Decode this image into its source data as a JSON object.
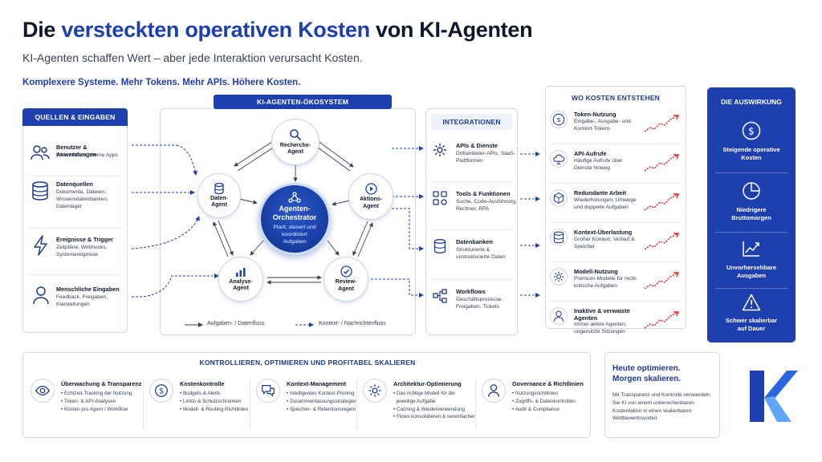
{
  "header": {
    "title_pre": "Die ",
    "title_highlight": "versteckten operativen Kosten",
    "title_post": " von KI-Agenten",
    "subtitle": "KI-Agenten schaffen Wert – aber jede Interaktion verursacht Kosten.",
    "tagline": "Komplexere Systeme. Mehr Tokens. Mehr APIs. Höhere Kosten."
  },
  "sources": {
    "heading": "QUELLEN & EINGABEN",
    "items": [
      {
        "title": "Benutzer & Anwendungen",
        "desc": "Web, Mobile, interne Apps",
        "icon": "users-icon"
      },
      {
        "title": "Datenquellen",
        "desc": "Dokumente, Dateien, Wissensdatenbanken, Datenlager",
        "icon": "database-icon"
      },
      {
        "title": "Ereignisse & Trigger",
        "desc": "Zeitpläne, Webhooks, Systemereignisse",
        "icon": "lightning-icon"
      },
      {
        "title": "Menschliche Eingaben",
        "desc": "Feedback, Freigaben, Klarstellungen",
        "icon": "person-icon"
      }
    ]
  },
  "ecosystem": {
    "heading": "KI-AGENTEN-ÖKOSYSTEM",
    "orchestrator_title": "Agenten-Orchestrator",
    "orchestrator_desc": "Plant, steuert und koordiniert Aufgaben",
    "nodes": {
      "research": "Recherche-Agent",
      "data": "Daten-Agent",
      "action": "Aktions-Agent",
      "analysis": "Analyse-Agent",
      "review": "Review-Agent"
    },
    "legend_solid": "Aufgaben- / Datenfluss",
    "legend_dashed": "Kontext- / Nachrichtenfluss"
  },
  "integrations": {
    "heading": "INTEGRATIONEN",
    "items": [
      {
        "title": "APIs & Dienste",
        "desc": "Drittanbieter-APIs, SaaS-Plattformen",
        "icon": "gear-icon"
      },
      {
        "title": "Tools & Funktionen",
        "desc": "Suche, Code-Ausführung, Rechner, RPA",
        "icon": "tools-icon"
      },
      {
        "title": "Datenbanken",
        "desc": "Strukturierte & unstrukturierte Daten",
        "icon": "database-icon"
      },
      {
        "title": "Workflows",
        "desc": "Geschäftsprozesse, Freigaben, Tickets",
        "icon": "workflow-icon"
      }
    ]
  },
  "costs": {
    "heading": "WO KOSTEN ENTSTEHEN",
    "items": [
      {
        "title": "Token-Nutzung",
        "desc": "Eingabe-, Ausgabe- und Kontext-Tokens",
        "icon": "dollar-icon"
      },
      {
        "title": "API-Aufrufe",
        "desc": "Häufige Aufrufe über Dienste hinweg",
        "icon": "cloud-icon"
      },
      {
        "title": "Redundante Arbeit",
        "desc": "Wiederholungen, Umwege und doppelte Aufgaben",
        "icon": "box-icon"
      },
      {
        "title": "Kontext-Überlastung",
        "desc": "Großer Kontext, Verlauf & Speicher",
        "icon": "database-icon"
      },
      {
        "title": "Modell-Nutzung",
        "desc": "Premium-Modelle für nicht-kritische Aufgaben",
        "icon": "gear-icon"
      },
      {
        "title": "Inaktive & verwaiste Agenten",
        "desc": "Immer aktive Agenten, ungenutzte Sitzungen",
        "icon": "person-icon"
      }
    ]
  },
  "impact": {
    "heading": "DIE AUSWIRKUNG",
    "items": [
      {
        "label": "Steigende operative Kosten",
        "icon": "dollar-icon"
      },
      {
        "label": "Niedrigere Bruttomargen",
        "icon": "pie-chart-icon"
      },
      {
        "label": "Unvorhersehbare Ausgaben",
        "icon": "trend-icon"
      },
      {
        "label": "Schwer skalierbar auf Dauer",
        "icon": "warning-icon"
      }
    ]
  },
  "control": {
    "heading": "KONTROLLIEREN, OPTIMIEREN UND PROFITABEL SKALIEREN",
    "items": [
      {
        "title": "Überwachung & Transparenz",
        "icon": "eye-icon",
        "bullets": [
          "• Echtzeit-Tracking der Nutzung",
          "• Token- & API-Analysen",
          "• Kosten pro Agent / Workflow"
        ]
      },
      {
        "title": "Kostenkontrolle",
        "icon": "dollar-icon",
        "bullets": [
          "• Budgets & Alerts",
          "• Limits & Schutzschranken",
          "• Modell- & Routing-Richtlinien"
        ]
      },
      {
        "title": "Kontext-Management",
        "icon": "chat-icon",
        "bullets": [
          "• Intelligentes Kontext-Pruning",
          "• Zusammenfassungsstrategien",
          "• Speicher- & Retentionsregeln"
        ]
      },
      {
        "title": "Architektur-Optimierung",
        "icon": "gear-icon",
        "bullets": [
          "• Das richtige Modell für die",
          "  jeweilige Aufgabe",
          "• Caching & Wiederverwendung",
          "• Flows konsolidieren & vereinfachen"
        ]
      },
      {
        "title": "Governance & Richtlinien",
        "icon": "person-icon",
        "bullets": [
          "• Nutzungsrichtlinien",
          "• Zugriffs- & Datenkontrollen",
          "• Audit & Compliance"
        ]
      }
    ]
  },
  "cta": {
    "title_line1": "Heute optimieren.",
    "title_line2": "Morgen skalieren.",
    "desc": "Mit Transparenz und Kontrolle verwandeln Sie KI von einem unberechenbaren Kostenfaktor in einen skalierbaren Wettbewerbsvorteil."
  },
  "colors": {
    "accent": "#1e40af",
    "trend": "#dc2626",
    "panel_border": "#cfd8e6"
  }
}
